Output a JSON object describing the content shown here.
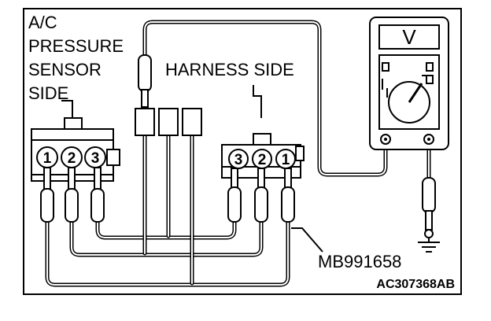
{
  "labels": {
    "sensor_side_line1": "A/C",
    "sensor_side_line2": "PRESSURE",
    "sensor_side_line3": "SENSOR",
    "sensor_side_line4": "SIDE",
    "harness_side": "HARNESS SIDE",
    "tool_number": "MB991658",
    "figure_code": "AC307368AB"
  },
  "sensor_connector": {
    "pins": [
      "1",
      "2",
      "3"
    ]
  },
  "harness_connector": {
    "pins": [
      "3",
      "2",
      "1"
    ]
  },
  "meter": {
    "mode_symbol": "V"
  }
}
